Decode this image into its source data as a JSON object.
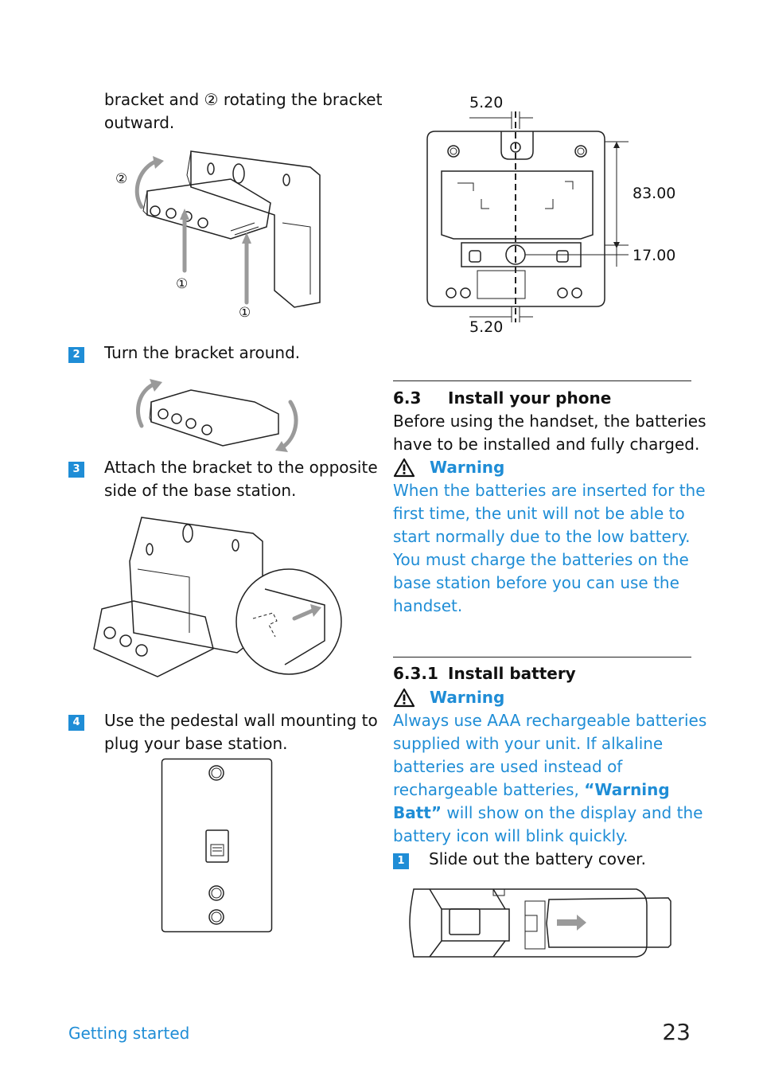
{
  "left": {
    "intro_line1": "bracket and ② rotating the bracket",
    "intro_line2": "outward.",
    "fig1_labels": [
      "②",
      "①",
      "①"
    ],
    "steps": [
      {
        "num": "2",
        "line1": "Turn the bracket around.",
        "line2": ""
      },
      {
        "num": "3",
        "line1": "Attach the bracket to the opposite",
        "line2": "side of the base station."
      },
      {
        "num": "4",
        "line1": "Use the pedestal wall mounting to",
        "line2": "plug your base station."
      }
    ]
  },
  "dimensions": {
    "top": "5.20",
    "right_upper": "83.00",
    "right_lower": "17.00",
    "bottom": "5.20"
  },
  "section_6_3": {
    "number": "6.3",
    "title": "Install your phone",
    "body_line1": "Before using the handset, the batteries",
    "body_line2": "have to be installed and fully charged.",
    "warning_label": "Warning",
    "warning_lines": [
      "When the batteries are inserted for the",
      "first time, the unit will not be able to",
      "start normally due to the low battery.",
      "You must charge the batteries on the",
      "base station before you can use the",
      "handset."
    ]
  },
  "section_6_3_1": {
    "number": "6.3.1",
    "title": "Install battery",
    "warning_label": "Warning",
    "warning_lines": [
      "Always use AAA rechargeable batteries",
      "supplied with your unit. If alkaline",
      "batteries are used instead of"
    ],
    "warning_line4_pre": "rechargeable batteries, ",
    "warning_line4_bold": "“Warning",
    "warning_line5_bold": "Batt”",
    "warning_line5_post": " will show on the display and the",
    "warning_line6": "battery icon will blink quickly.",
    "step_num": "1",
    "step_text": "Slide out the battery cover."
  },
  "footer": {
    "section": "Getting started",
    "page_number": "23"
  },
  "colors": {
    "accent": "#1f8dd6",
    "text": "#111111"
  }
}
